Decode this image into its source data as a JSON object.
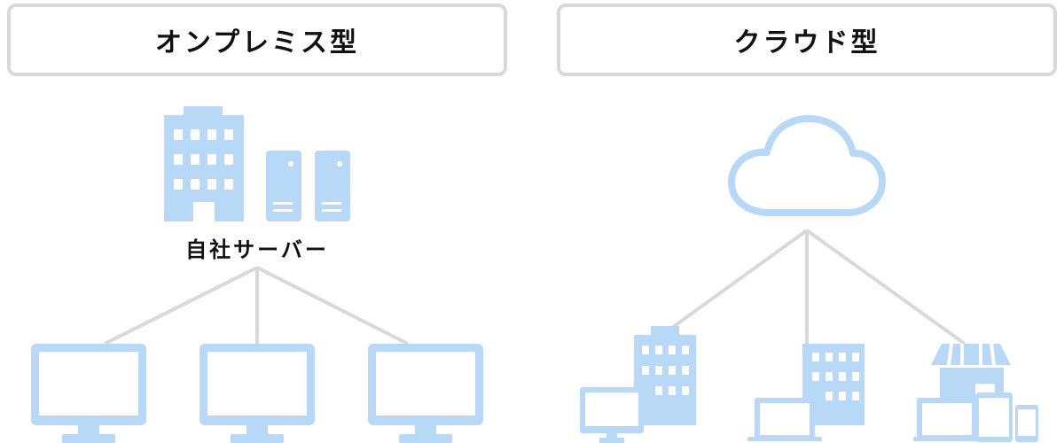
{
  "headers": {
    "on_premise": "オンプレミス型",
    "cloud": "クラウド型"
  },
  "on_premise": {
    "server_label": "自社サーバー"
  },
  "colors": {
    "icon_blue": "#b7d8f7",
    "connector": "#d9d9d9",
    "header_border": "#d9d9d9"
  }
}
